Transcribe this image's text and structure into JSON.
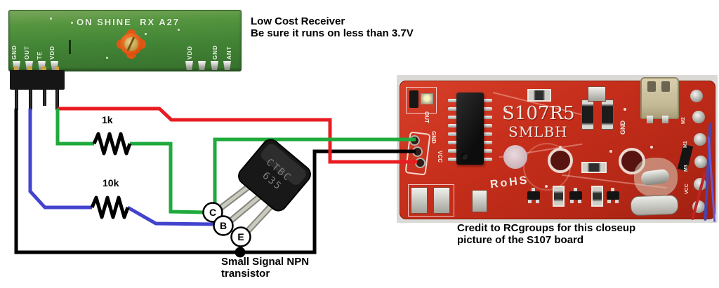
{
  "annotations": {
    "receiver_title": "Low Cost Receiver",
    "receiver_note": "Be sure it runs on less than 3.7V",
    "r1_label": "1k",
    "r2_label": "10k",
    "transistor_caption_line1": "Small Signal NPN",
    "transistor_caption_line2": "transistor",
    "credit_line1": "Credit to RCgroups for this closeup",
    "credit_line2": "picture of the S107 board"
  },
  "receiver_board": {
    "silkscreen_title": "ON SHINE  RX A27",
    "left_pin_labels": [
      "GND",
      "OUT",
      "TE",
      "VDD"
    ],
    "right_pin_labels": [
      "VDD",
      "GND",
      "ANT"
    ]
  },
  "transistor": {
    "marking_line1": "CTBC",
    "marking_line2": "635",
    "collector_label": "C",
    "base_label": "B",
    "emitter_label": "E"
  },
  "s107_board": {
    "model": "S107R5",
    "subtitle": "SMLBH",
    "rohs_label": "RoHS",
    "pad_labels": [
      "OUT",
      "GND",
      "VCC"
    ],
    "gnd_label": "GND",
    "edge_labels": [
      "M2",
      "M1",
      "M3",
      "VCC"
    ]
  },
  "wire_colors": {
    "vcc_red": "#e81c22",
    "out_green": "#1faa3c",
    "base_blue": "#4343cf",
    "gnd_black": "#000000"
  }
}
